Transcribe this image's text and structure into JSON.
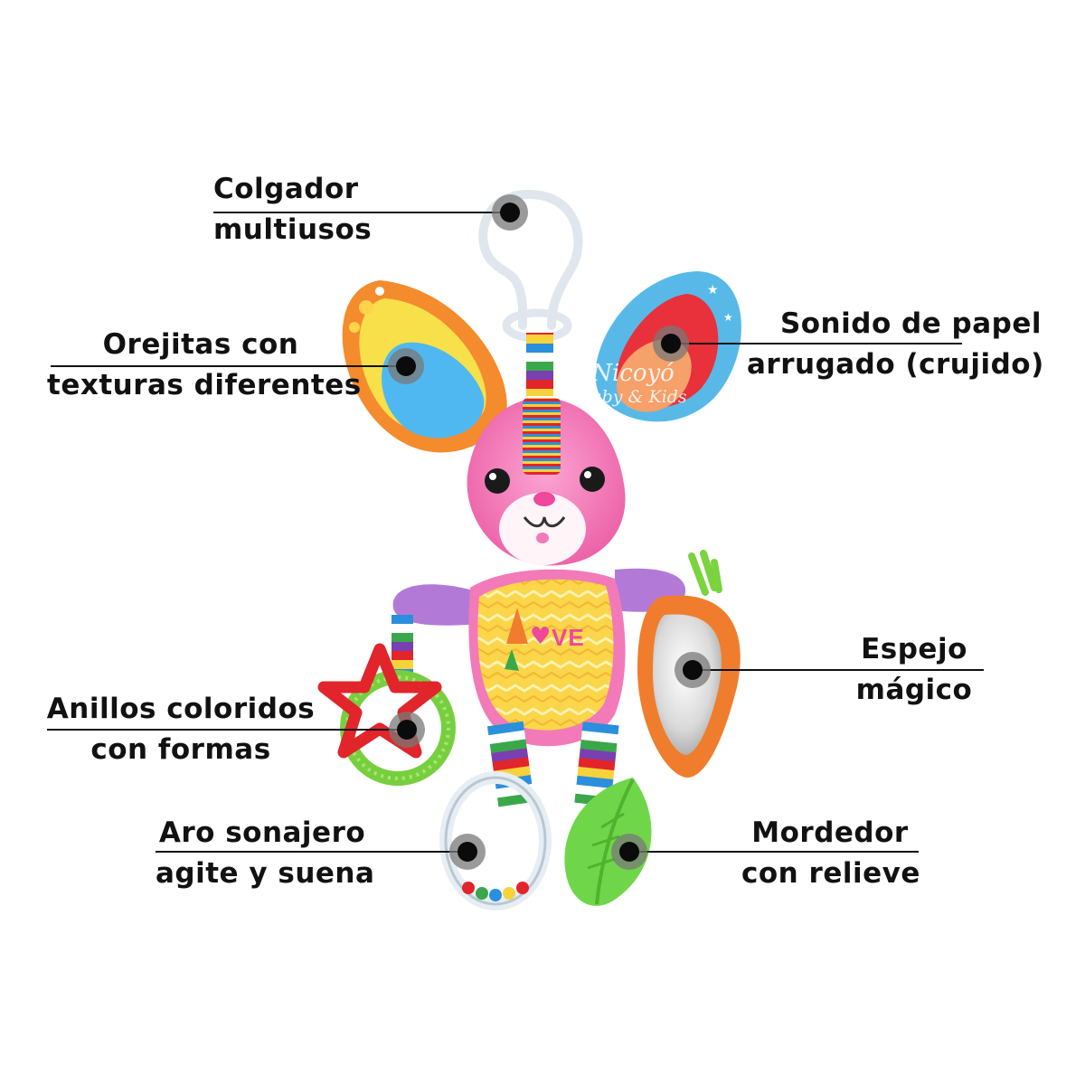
{
  "product": {
    "name": "bunny-activity-toy",
    "chest_text": "VE"
  },
  "watermark": {
    "line1": "Nicoyó",
    "line2": "Baby & Kids"
  },
  "callouts": {
    "hanger": {
      "line1": "Colgador",
      "line2": "multiusos"
    },
    "ears": {
      "line1": "Orejitas con",
      "line2": "texturas diferentes"
    },
    "crinkle": {
      "line1": "Sonido de papel",
      "line2": "arrugado (crujido)"
    },
    "mirror": {
      "line1": "Espejo",
      "line2": "mágico"
    },
    "rings": {
      "line1": "Anillos coloridos",
      "line2": "con formas"
    },
    "rattle": {
      "line1": "Aro sonajero",
      "line2": "agite y suena"
    },
    "teether": {
      "line1": "Mordedor",
      "line2": "con relieve"
    }
  },
  "colors": {
    "text": "#111111",
    "bunny_pink": "#f27ab8",
    "body_yellow": "#fbd54a",
    "arm_purple": "#b27ad6",
    "carrot_orange": "#f07d2d",
    "teether_green": "#6fd64a",
    "star_red": "#e2242b"
  }
}
